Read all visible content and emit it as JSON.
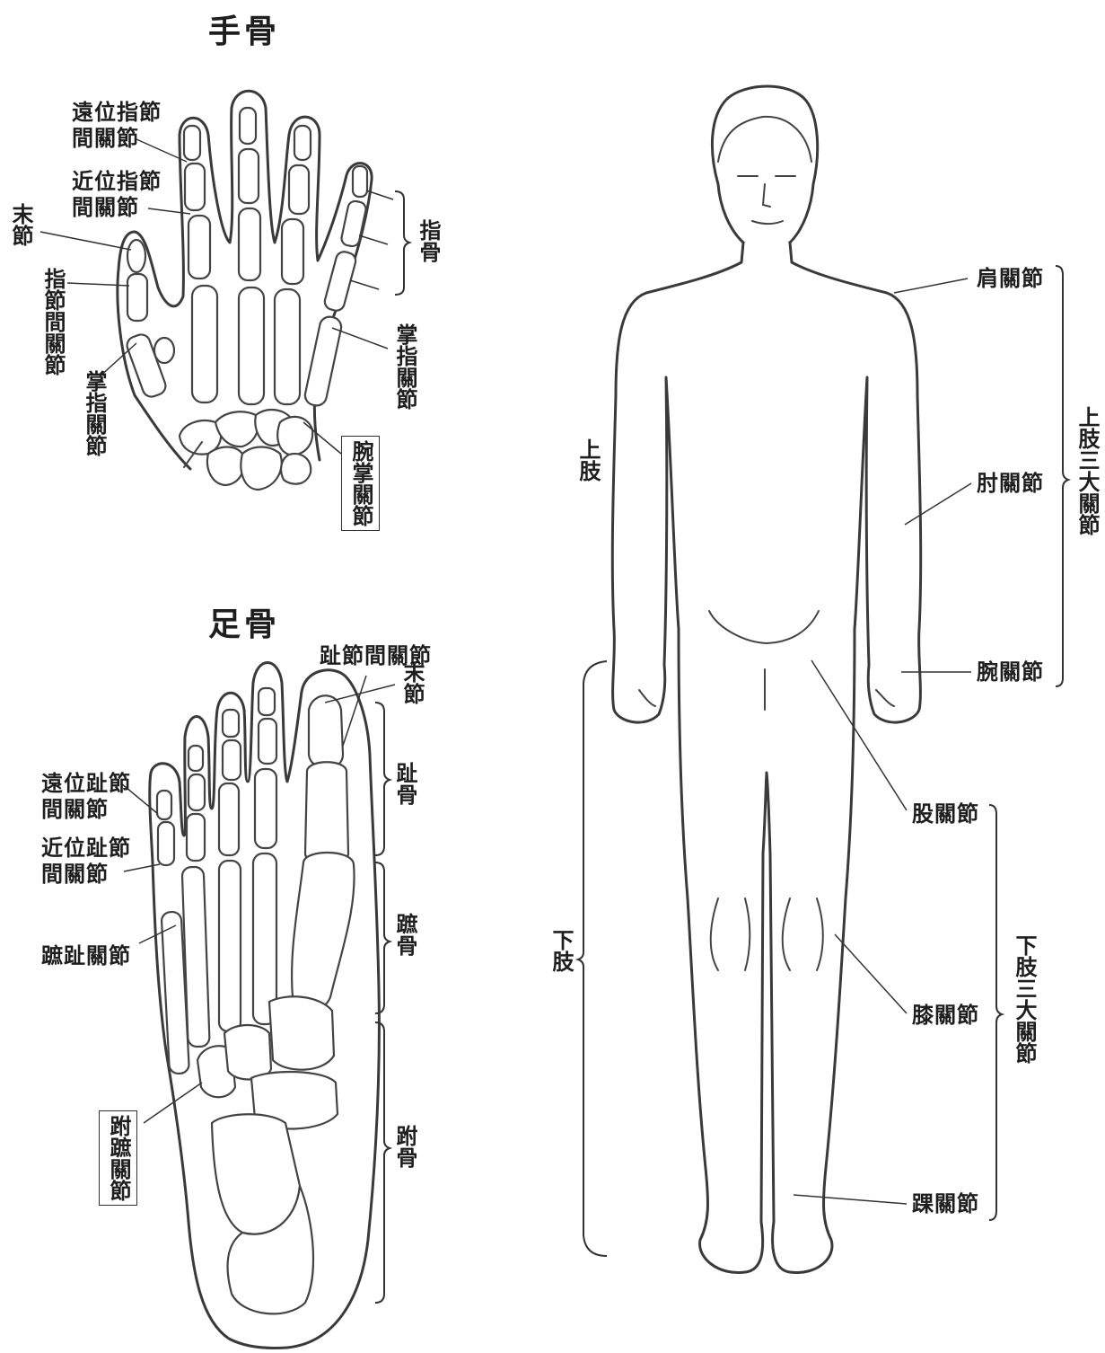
{
  "hand": {
    "title": "手骨",
    "labels": {
      "dip": "遠位指節\n間關節",
      "pip": "近位指節\n間關節",
      "tip": "末節",
      "ip": "指節間關節",
      "mcp_right": "掌指關節",
      "mcp_left": "掌指關節",
      "phalanges": "指骨",
      "cmc": "腕掌關節"
    }
  },
  "foot": {
    "title": "足骨",
    "labels": {
      "toe_ip": "趾節間關節",
      "tip": "末節",
      "dip": "遠位趾節\n間關節",
      "pip": "近位趾節\n間關節",
      "mtp": "蹠趾關節",
      "phalanges": "趾骨",
      "metatarsals": "蹠骨",
      "tmt": "跗蹠關節",
      "tarsals": "跗骨"
    }
  },
  "body": {
    "upper_limb": "上肢",
    "lower_limb": "下肢",
    "shoulder": "肩關節",
    "elbow": "肘關節",
    "wrist": "腕關節",
    "upper_three": "上肢三大關節",
    "hip": "股關節",
    "knee": "膝關節",
    "ankle": "踝關節",
    "lower_three": "下肢三大關節"
  }
}
